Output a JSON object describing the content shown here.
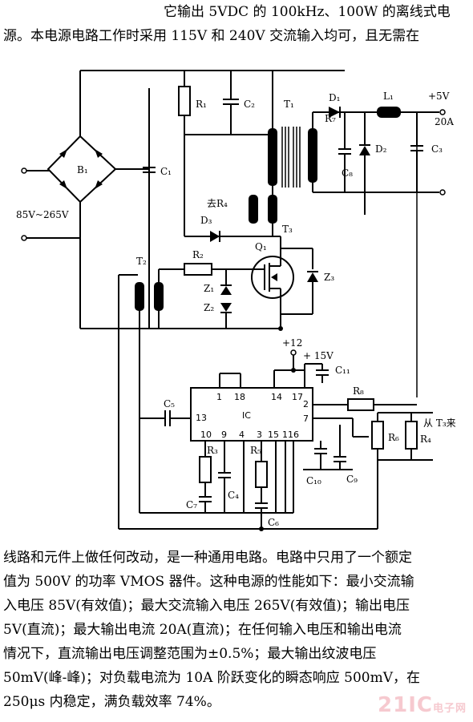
{
  "intro": {
    "line1": "它输出 5VDC 的 100kHz、100W 的离线式电",
    "line2": "源。本电源电路工作时采用 115V 和 240V 交流输入均可，且无需在"
  },
  "outro": {
    "lines": [
      "线路和元件上做任何改动，是一种通用电路。电路中只用了一个额定",
      "值为 500V 的功率 VMOS 器件。这种电源的性能如下：最小交流输",
      "入电压 85V(有效值)；最大交流输入电压 265V(有效值)；输出电压",
      "5V(直流)；最大输出电流 20A(直流)；在任何输入电压和输出电流",
      "情况下，直流输出电压调整范围为±0.5%；最大输出纹波电压",
      "50mV(峰-峰)；对负载电流为 10A 阶跃变化的瞬态响应 500mV，在",
      "250μs 内稳定，满负载效率 74%。"
    ]
  },
  "schematic": {
    "labels": {
      "b1": "B₁",
      "input_range": "85V~265V",
      "c1": "C₁",
      "r1": "R₁",
      "c2": "C₂",
      "t1": "T₁",
      "d1": "D₁",
      "l1": "L₁",
      "plus5v": "+5V",
      "amps": "20A",
      "r7": "R₇",
      "c8": "C₈",
      "d2": "D₂",
      "c3": "C₃",
      "to_r4": "去R₄",
      "d3": "D₃",
      "t3": "T₃",
      "t2": "T₂",
      "r2": "R₂",
      "q1": "Q₁",
      "z1": "Z₁",
      "z2": "Z₂",
      "z3": "Z₃",
      "plus12": "+12",
      "plus15v": "+ 15V",
      "c11": "C₁₁",
      "c5": "C₅",
      "ic": "IC",
      "r8": "R₈",
      "r6": "R₆",
      "r4": "R₄",
      "from_t3": "从 T₃来",
      "r3": "R₃",
      "r5": "R₅",
      "c7": "C₇",
      "c4": "C₄",
      "c6": "C₆",
      "c10": "C₁₀",
      "c9": "C₉"
    },
    "ic_pins": {
      "p1": "1",
      "p18": "18",
      "p14": "14",
      "p17": "17",
      "p13": "13",
      "p2": "2",
      "p7": "7",
      "p10": "10",
      "p9": "9",
      "p4": "4",
      "p3": "3",
      "p15": "15",
      "p11": "11",
      "p6": "6"
    }
  },
  "watermark": {
    "brand": "21IC",
    "sub": "电子网"
  }
}
